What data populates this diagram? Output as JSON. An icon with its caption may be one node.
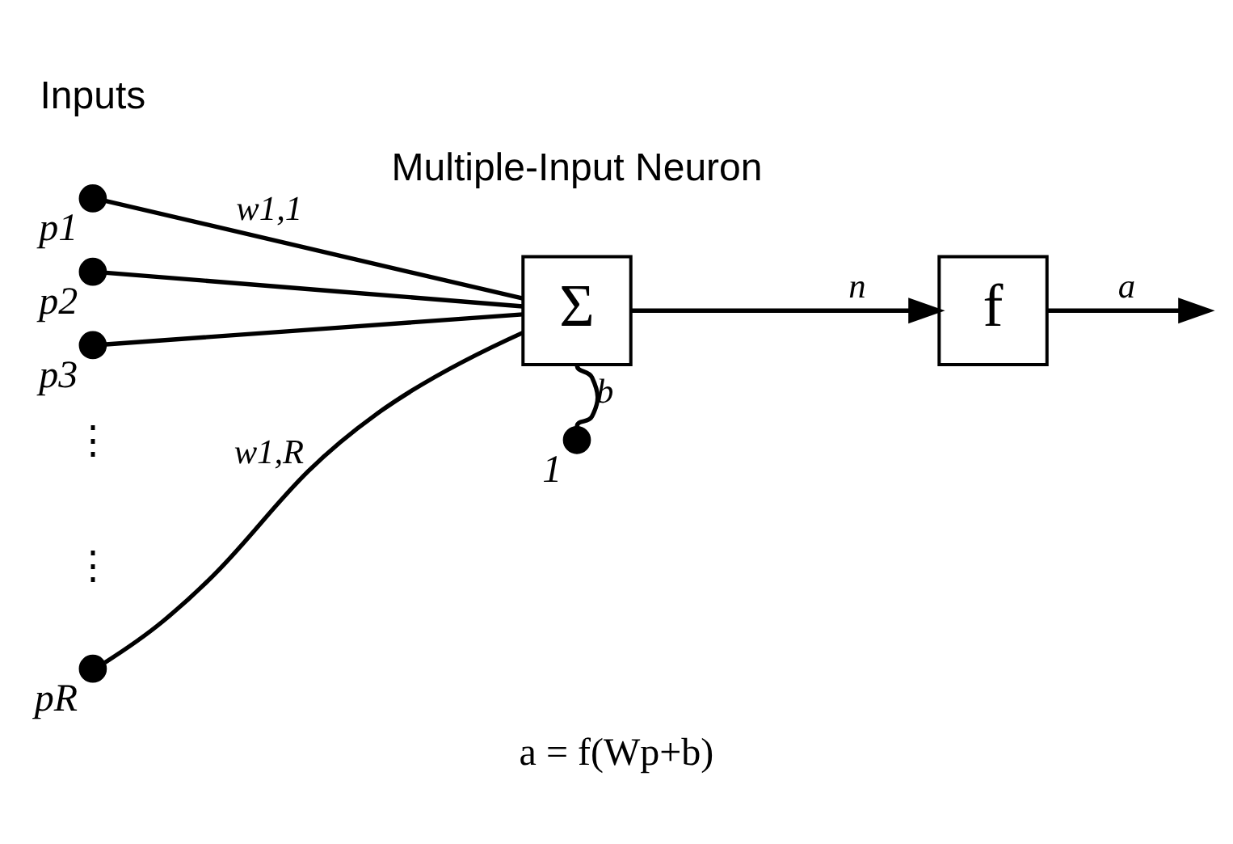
{
  "diagram": {
    "caption": "a = f(Wp+b)",
    "nodes": [
      {
        "text": [],
        "shape": "circle",
        "beside": [
          "p1"
        ]
      },
      {
        "text": [],
        "shape": "circle",
        "beside": [
          "p2"
        ]
      },
      {
        "text": [],
        "shape": "circle",
        "beside": [
          "p3"
        ]
      },
      {
        "text": [],
        "shape": "circle",
        "beside": [
          "pR"
        ]
      },
      {
        "text": [
          "Σ"
        ]
      },
      {
        "text": [
          "f"
        ]
      },
      {
        "text": [],
        "shape": "circle",
        "beside": [
          "1"
        ]
      }
    ],
    "edges": [
      {
        "from": 0,
        "to": 4,
        "arrow": "none",
        "label": "w1,1"
      },
      {
        "from": 1,
        "to": 4,
        "arrow": "none"
      },
      {
        "from": 2,
        "to": 4,
        "arrow": "none"
      },
      {
        "from": 3,
        "to": 4,
        "arrow": "none",
        "label": "w1,R"
      },
      {
        "from": 6,
        "to": 4,
        "arrow": "none",
        "label": "b"
      },
      {
        "from": 4,
        "to": 5,
        "arrow": "to",
        "label": "n"
      },
      {
        "from": 5,
        "to": null,
        "arrow": "to",
        "label": "a"
      }
    ],
    "labels": [
      "Inputs",
      "Multiple-Input Neuron",
      "⋮",
      "⋮"
    ]
  }
}
